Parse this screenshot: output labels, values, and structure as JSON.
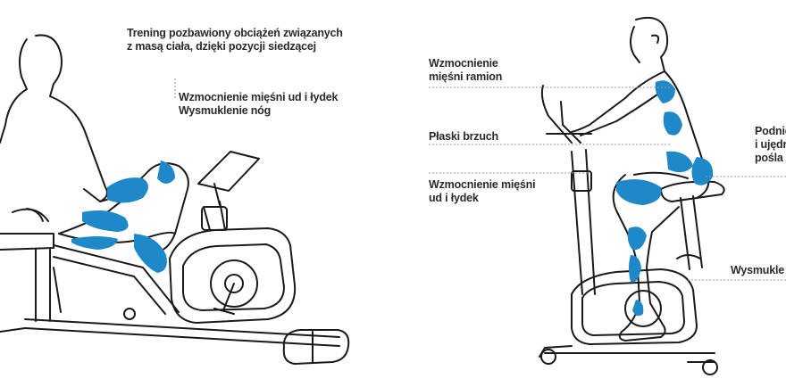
{
  "colors": {
    "outline": "#1a1a1a",
    "muscle": "#1e88c8",
    "leader_line": "#9a9a9a",
    "text": "#2a2a2a"
  },
  "left_panel": {
    "callout_seated": {
      "line1": "Trening pozbawiony obciążeń związanych",
      "line2": "z masą ciała, dzięki pozycji siedzącej"
    },
    "callout_legs": {
      "line1": "Wzmocnienie mięśni ud i łydek",
      "line2": "Wysmuklenie nóg"
    }
  },
  "right_panel": {
    "callout_arms": {
      "line1": "Wzmocnienie",
      "line2": "mięśni ramion"
    },
    "callout_belly": {
      "line1": "Płaski brzuch"
    },
    "callout_thighs": {
      "line1": "Wzmocnienie mięśni",
      "line2": "ud i łydek"
    },
    "callout_glutes": {
      "line1": "Podnie",
      "line2": "i ujędr",
      "line3": "pośla"
    },
    "callout_slim": {
      "line1": "Wysmukle"
    }
  }
}
